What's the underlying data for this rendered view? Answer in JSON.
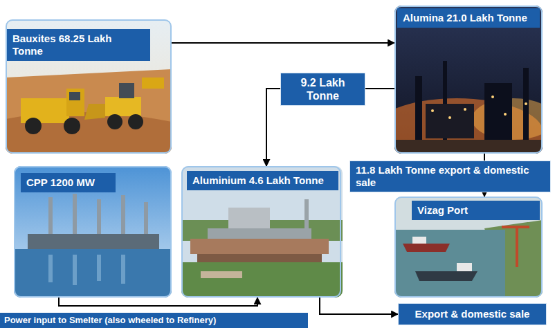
{
  "diagram": {
    "nodes": [
      {
        "text": [
          "Bauxites 68.25 Lakh Tonne"
        ]
      },
      {
        "text": [
          "Alumina 21.0 Lakh Tonne"
        ]
      },
      {
        "text": [
          "CPP 1200 MW"
        ]
      },
      {
        "text": [
          "Aluminium 4.6 Lakh Tonne"
        ]
      },
      {
        "text": [
          "Vizag Port"
        ]
      },
      {
        "text": [
          "Export & domestic sale"
        ]
      }
    ],
    "edges": [
      {
        "from": 0,
        "to": 1,
        "arrow": "to"
      },
      {
        "from": 1,
        "to": 3,
        "label": "9.2 Lakh Tonne",
        "arrow": "to"
      },
      {
        "from": 1,
        "to": 4,
        "label": "11.8 Lakh Tonne export & domestic sale",
        "arrow": "to"
      },
      {
        "from": 2,
        "to": 3,
        "label": "Power input to Smelter (also wheeled to Refinery)",
        "arrow": "to"
      },
      {
        "from": 3,
        "to": 5,
        "arrow": "to"
      }
    ]
  }
}
